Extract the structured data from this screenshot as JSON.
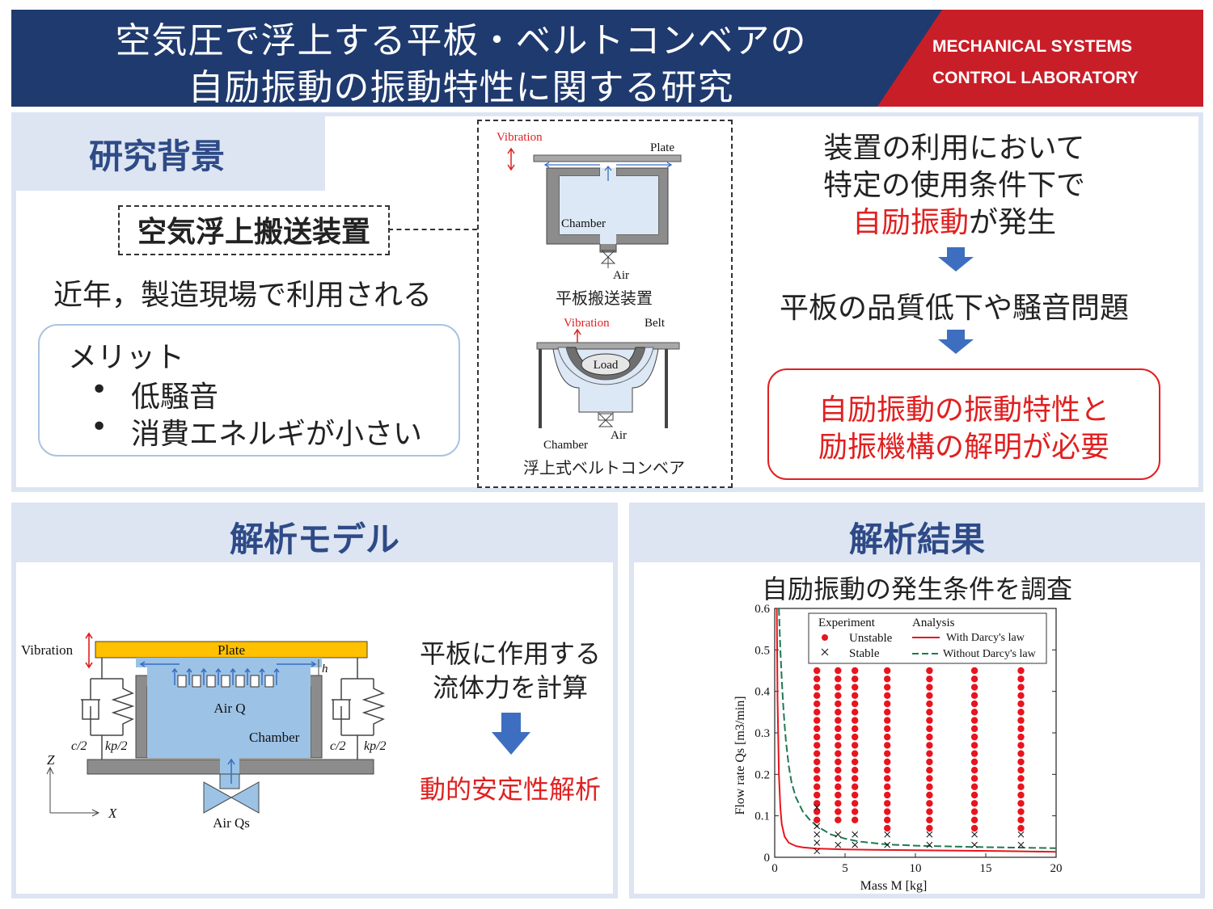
{
  "title": {
    "line1": "空気圧で浮上する平板・ベルトコンベアの",
    "line2": "自励振動の振動特性に関する研究",
    "lab_line1": "MECHANICAL SYSTEMS",
    "lab_line2": "CONTROL LABORATORY"
  },
  "background": {
    "heading": "研究背景",
    "device_label": "空気浮上搬送装置",
    "recent_text": "近年，製造現場で利用される",
    "merit_title": "メリット",
    "merits": [
      "低騒音",
      "消費エネルギが小さい"
    ],
    "figure": {
      "plate_caption": "平板搬送装置",
      "belt_caption": "浮上式ベルトコンベア",
      "vibration": "Vibration",
      "plate": "Plate",
      "chamber": "Chamber",
      "air": "Air",
      "belt": "Belt",
      "load": "Load"
    },
    "flow": {
      "line1": "装置の利用において",
      "line2": "特定の使用条件下で",
      "line3_red": "自励振動",
      "line3_rest": "が発生",
      "problem": "平板の品質低下や騒音問題",
      "conclusion1": "自励振動の振動特性と",
      "conclusion2": "励振機構の解明が必要"
    }
  },
  "model": {
    "heading": "解析モデル",
    "text1": "平板に作用する",
    "text2": "流体力を計算",
    "result": "動的安定性解析",
    "diagram": {
      "vibration": "Vibration",
      "plate": "Plate",
      "h": "h",
      "air_q": "Air Q",
      "chamber": "Chamber",
      "c2": "c/2",
      "kp2": "kp/2",
      "z": "Z",
      "x": "X",
      "air_qs": "Air Qs"
    }
  },
  "results": {
    "heading": "解析結果",
    "subtitle": "自励振動の発生条件を調査"
  },
  "chart_data": {
    "type": "scatter",
    "xlabel": "Mass M [kg]",
    "ylabel": "Flow rate Qs [m3/min]",
    "xlim": [
      0,
      20
    ],
    "ylim": [
      0,
      0.6
    ],
    "xticks": [
      0,
      5,
      10,
      15,
      20
    ],
    "yticks": [
      0,
      0.1,
      0.2,
      0.3,
      0.4,
      0.5,
      0.6
    ],
    "legend_header_experiment": "Experiment",
    "legend_header_analysis": "Analysis",
    "legend_placement": "top-right",
    "colors": {
      "unstable": "#e8141e",
      "darcy": "#e8141e",
      "nodarcy": "#1e7a50"
    },
    "series": [
      {
        "name": "Unstable",
        "marker": "dot",
        "x_positions": [
          3,
          4.5,
          5.7,
          8,
          11,
          14.2,
          17.5
        ],
        "points": [
          [
            3,
            0.09
          ],
          [
            3,
            0.11
          ],
          [
            3,
            0.13
          ],
          [
            3,
            0.15
          ],
          [
            3,
            0.17
          ],
          [
            3,
            0.19
          ],
          [
            3,
            0.21
          ],
          [
            3,
            0.23
          ],
          [
            3,
            0.25
          ],
          [
            3,
            0.27
          ],
          [
            3,
            0.29
          ],
          [
            3,
            0.31
          ],
          [
            3,
            0.33
          ],
          [
            3,
            0.35
          ],
          [
            3,
            0.37
          ],
          [
            3,
            0.39
          ],
          [
            3,
            0.41
          ],
          [
            3,
            0.43
          ],
          [
            3,
            0.45
          ],
          [
            4.5,
            0.09
          ],
          [
            4.5,
            0.11
          ],
          [
            4.5,
            0.13
          ],
          [
            4.5,
            0.15
          ],
          [
            4.5,
            0.17
          ],
          [
            4.5,
            0.19
          ],
          [
            4.5,
            0.21
          ],
          [
            4.5,
            0.23
          ],
          [
            4.5,
            0.25
          ],
          [
            4.5,
            0.27
          ],
          [
            4.5,
            0.29
          ],
          [
            4.5,
            0.31
          ],
          [
            4.5,
            0.33
          ],
          [
            4.5,
            0.35
          ],
          [
            4.5,
            0.37
          ],
          [
            4.5,
            0.39
          ],
          [
            4.5,
            0.41
          ],
          [
            4.5,
            0.43
          ],
          [
            4.5,
            0.45
          ],
          [
            5.7,
            0.09
          ],
          [
            5.7,
            0.11
          ],
          [
            5.7,
            0.13
          ],
          [
            5.7,
            0.15
          ],
          [
            5.7,
            0.17
          ],
          [
            5.7,
            0.19
          ],
          [
            5.7,
            0.21
          ],
          [
            5.7,
            0.23
          ],
          [
            5.7,
            0.25
          ],
          [
            5.7,
            0.27
          ],
          [
            5.7,
            0.29
          ],
          [
            5.7,
            0.31
          ],
          [
            5.7,
            0.33
          ],
          [
            5.7,
            0.35
          ],
          [
            5.7,
            0.37
          ],
          [
            5.7,
            0.39
          ],
          [
            5.7,
            0.41
          ],
          [
            5.7,
            0.43
          ],
          [
            5.7,
            0.45
          ],
          [
            8,
            0.07
          ],
          [
            8,
            0.09
          ],
          [
            8,
            0.11
          ],
          [
            8,
            0.13
          ],
          [
            8,
            0.15
          ],
          [
            8,
            0.17
          ],
          [
            8,
            0.19
          ],
          [
            8,
            0.21
          ],
          [
            8,
            0.23
          ],
          [
            8,
            0.25
          ],
          [
            8,
            0.27
          ],
          [
            8,
            0.29
          ],
          [
            8,
            0.31
          ],
          [
            8,
            0.33
          ],
          [
            8,
            0.35
          ],
          [
            8,
            0.37
          ],
          [
            8,
            0.39
          ],
          [
            8,
            0.41
          ],
          [
            8,
            0.43
          ],
          [
            8,
            0.45
          ],
          [
            11,
            0.07
          ],
          [
            11,
            0.09
          ],
          [
            11,
            0.11
          ],
          [
            11,
            0.13
          ],
          [
            11,
            0.15
          ],
          [
            11,
            0.17
          ],
          [
            11,
            0.19
          ],
          [
            11,
            0.21
          ],
          [
            11,
            0.23
          ],
          [
            11,
            0.25
          ],
          [
            11,
            0.27
          ],
          [
            11,
            0.29
          ],
          [
            11,
            0.31
          ],
          [
            11,
            0.33
          ],
          [
            11,
            0.35
          ],
          [
            11,
            0.37
          ],
          [
            11,
            0.39
          ],
          [
            11,
            0.41
          ],
          [
            11,
            0.43
          ],
          [
            11,
            0.45
          ],
          [
            14.2,
            0.07
          ],
          [
            14.2,
            0.09
          ],
          [
            14.2,
            0.11
          ],
          [
            14.2,
            0.13
          ],
          [
            14.2,
            0.15
          ],
          [
            14.2,
            0.17
          ],
          [
            14.2,
            0.19
          ],
          [
            14.2,
            0.21
          ],
          [
            14.2,
            0.23
          ],
          [
            14.2,
            0.25
          ],
          [
            14.2,
            0.27
          ],
          [
            14.2,
            0.29
          ],
          [
            14.2,
            0.31
          ],
          [
            14.2,
            0.33
          ],
          [
            14.2,
            0.35
          ],
          [
            14.2,
            0.37
          ],
          [
            14.2,
            0.39
          ],
          [
            14.2,
            0.41
          ],
          [
            14.2,
            0.43
          ],
          [
            14.2,
            0.45
          ],
          [
            17.5,
            0.07
          ],
          [
            17.5,
            0.09
          ],
          [
            17.5,
            0.11
          ],
          [
            17.5,
            0.13
          ],
          [
            17.5,
            0.15
          ],
          [
            17.5,
            0.17
          ],
          [
            17.5,
            0.19
          ],
          [
            17.5,
            0.21
          ],
          [
            17.5,
            0.23
          ],
          [
            17.5,
            0.25
          ],
          [
            17.5,
            0.27
          ],
          [
            17.5,
            0.29
          ],
          [
            17.5,
            0.31
          ],
          [
            17.5,
            0.33
          ],
          [
            17.5,
            0.35
          ],
          [
            17.5,
            0.37
          ],
          [
            17.5,
            0.39
          ],
          [
            17.5,
            0.41
          ],
          [
            17.5,
            0.43
          ],
          [
            17.5,
            0.45
          ]
        ]
      },
      {
        "name": "Stable",
        "marker": "x",
        "points": [
          [
            3,
            0.015
          ],
          [
            3,
            0.035
          ],
          [
            3,
            0.055
          ],
          [
            3,
            0.075
          ],
          [
            3,
            0.12
          ],
          [
            4.5,
            0.03
          ],
          [
            4.5,
            0.055
          ],
          [
            5.7,
            0.03
          ],
          [
            5.7,
            0.055
          ],
          [
            8,
            0.03
          ],
          [
            8,
            0.055
          ],
          [
            11,
            0.03
          ],
          [
            11,
            0.055
          ],
          [
            14.2,
            0.03
          ],
          [
            14.2,
            0.055
          ],
          [
            17.5,
            0.03
          ],
          [
            17.5,
            0.055
          ]
        ]
      },
      {
        "name": "With Darcy's law",
        "line": "solid",
        "x": [
          0.15,
          0.2,
          0.3,
          0.4,
          0.5,
          0.7,
          1,
          1.5,
          2,
          3,
          4,
          5,
          7,
          10,
          13,
          16,
          20
        ],
        "y": [
          0.6,
          0.38,
          0.2,
          0.12,
          0.08,
          0.05,
          0.035,
          0.027,
          0.024,
          0.021,
          0.02,
          0.019,
          0.018,
          0.017,
          0.016,
          0.015,
          0.013
        ]
      },
      {
        "name": "Without Darcy's law",
        "line": "dashed",
        "x": [
          0.3,
          0.35,
          0.4,
          0.5,
          0.6,
          0.7,
          0.8,
          1,
          1.2,
          1.5,
          2,
          2.5,
          3,
          4,
          5,
          6,
          8,
          10,
          14,
          20
        ],
        "y": [
          0.6,
          0.55,
          0.5,
          0.43,
          0.37,
          0.32,
          0.28,
          0.22,
          0.18,
          0.145,
          0.11,
          0.09,
          0.075,
          0.055,
          0.045,
          0.038,
          0.031,
          0.028,
          0.025,
          0.022
        ]
      }
    ]
  }
}
